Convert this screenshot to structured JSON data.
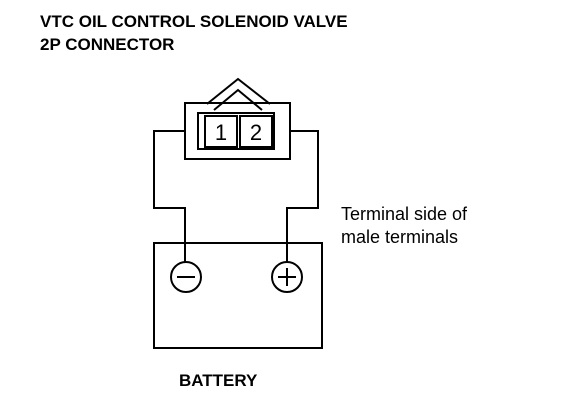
{
  "title": {
    "line1": "VTC OIL CONTROL SOLENOID VALVE",
    "line2": "2P CONNECTOR"
  },
  "connector": {
    "pins": [
      "1",
      "2"
    ]
  },
  "note": {
    "line1": "Terminal side of",
    "line2": "male terminals"
  },
  "battery": {
    "label": "BATTERY",
    "negative_symbol": "minus-icon",
    "positive_symbol": "plus-icon"
  },
  "colors": {
    "ink": "#000000",
    "background": "#ffffff"
  }
}
